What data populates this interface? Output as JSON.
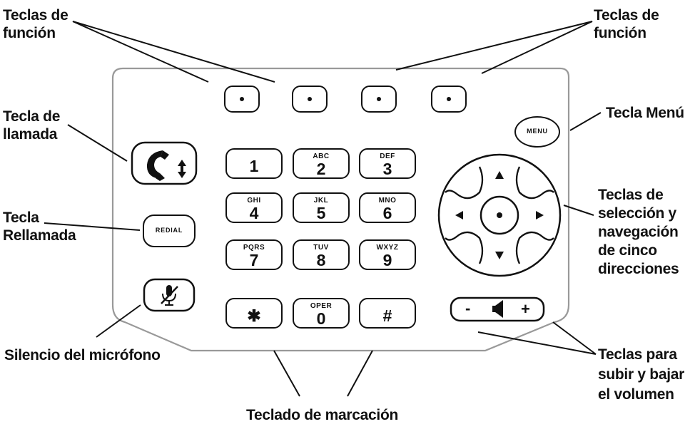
{
  "labels": {
    "function_keys_left": [
      "Teclas de",
      "función"
    ],
    "function_keys_right": [
      "Teclas de",
      "función"
    ],
    "call_key": [
      "Tecla de",
      "llamada"
    ],
    "redial_key": [
      "Tecla",
      "Rellamada"
    ],
    "menu_key": [
      "Tecla Menú"
    ],
    "nav_keys": [
      "Teclas de",
      "selección y",
      "navegación",
      "de cinco",
      "direcciones"
    ],
    "mute": [
      "Silencio del micrófono"
    ],
    "volume_keys": [
      "Teclas para",
      "subir y bajar",
      "el volumen"
    ],
    "dialpad": [
      "Teclado de marcación"
    ]
  },
  "keys": {
    "menu": "MENU",
    "redial": "REDIAL",
    "volume_minus": "-",
    "volume_plus": "+",
    "dialpad": [
      {
        "letters": "",
        "digit": "1"
      },
      {
        "letters": "ABC",
        "digit": "2"
      },
      {
        "letters": "DEF",
        "digit": "3"
      },
      {
        "letters": "GHI",
        "digit": "4"
      },
      {
        "letters": "JKL",
        "digit": "5"
      },
      {
        "letters": "MNO",
        "digit": "6"
      },
      {
        "letters": "PQRS",
        "digit": "7"
      },
      {
        "letters": "TUV",
        "digit": "8"
      },
      {
        "letters": "WXYZ",
        "digit": "9"
      },
      {
        "letters": "",
        "digit": "✱"
      },
      {
        "letters": "OPER",
        "digit": "0"
      },
      {
        "letters": "",
        "digit": "#"
      }
    ]
  },
  "icons": {
    "call_key": "handset-arrows-icon",
    "mute_key": "microphone-slash-icon",
    "volume": "speaker-icon"
  },
  "colors": {
    "outline": "#111111",
    "panel_border": "#999999"
  }
}
